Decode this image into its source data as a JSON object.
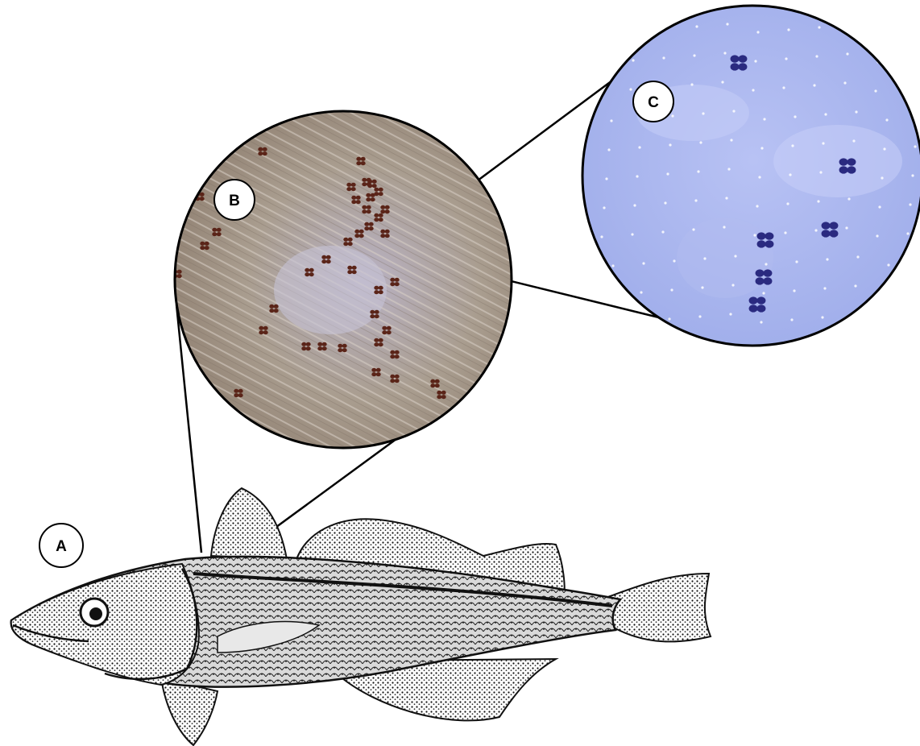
{
  "figure": {
    "panels": [
      {
        "id": "A",
        "label": "A",
        "depicts": "fish-line-drawing"
      },
      {
        "id": "B",
        "label": "B",
        "depicts": "low-magnification-muscle-tissue"
      },
      {
        "id": "C",
        "label": "C",
        "depicts": "high-magnification-stained-spores"
      }
    ],
    "colors": {
      "panel_b_tissue": "#a89c8c",
      "panel_b_spore": "#5a2418",
      "panel_c_background": "#aab6ee",
      "panel_c_spore": "#2a2a80",
      "connector": "#000000"
    }
  }
}
